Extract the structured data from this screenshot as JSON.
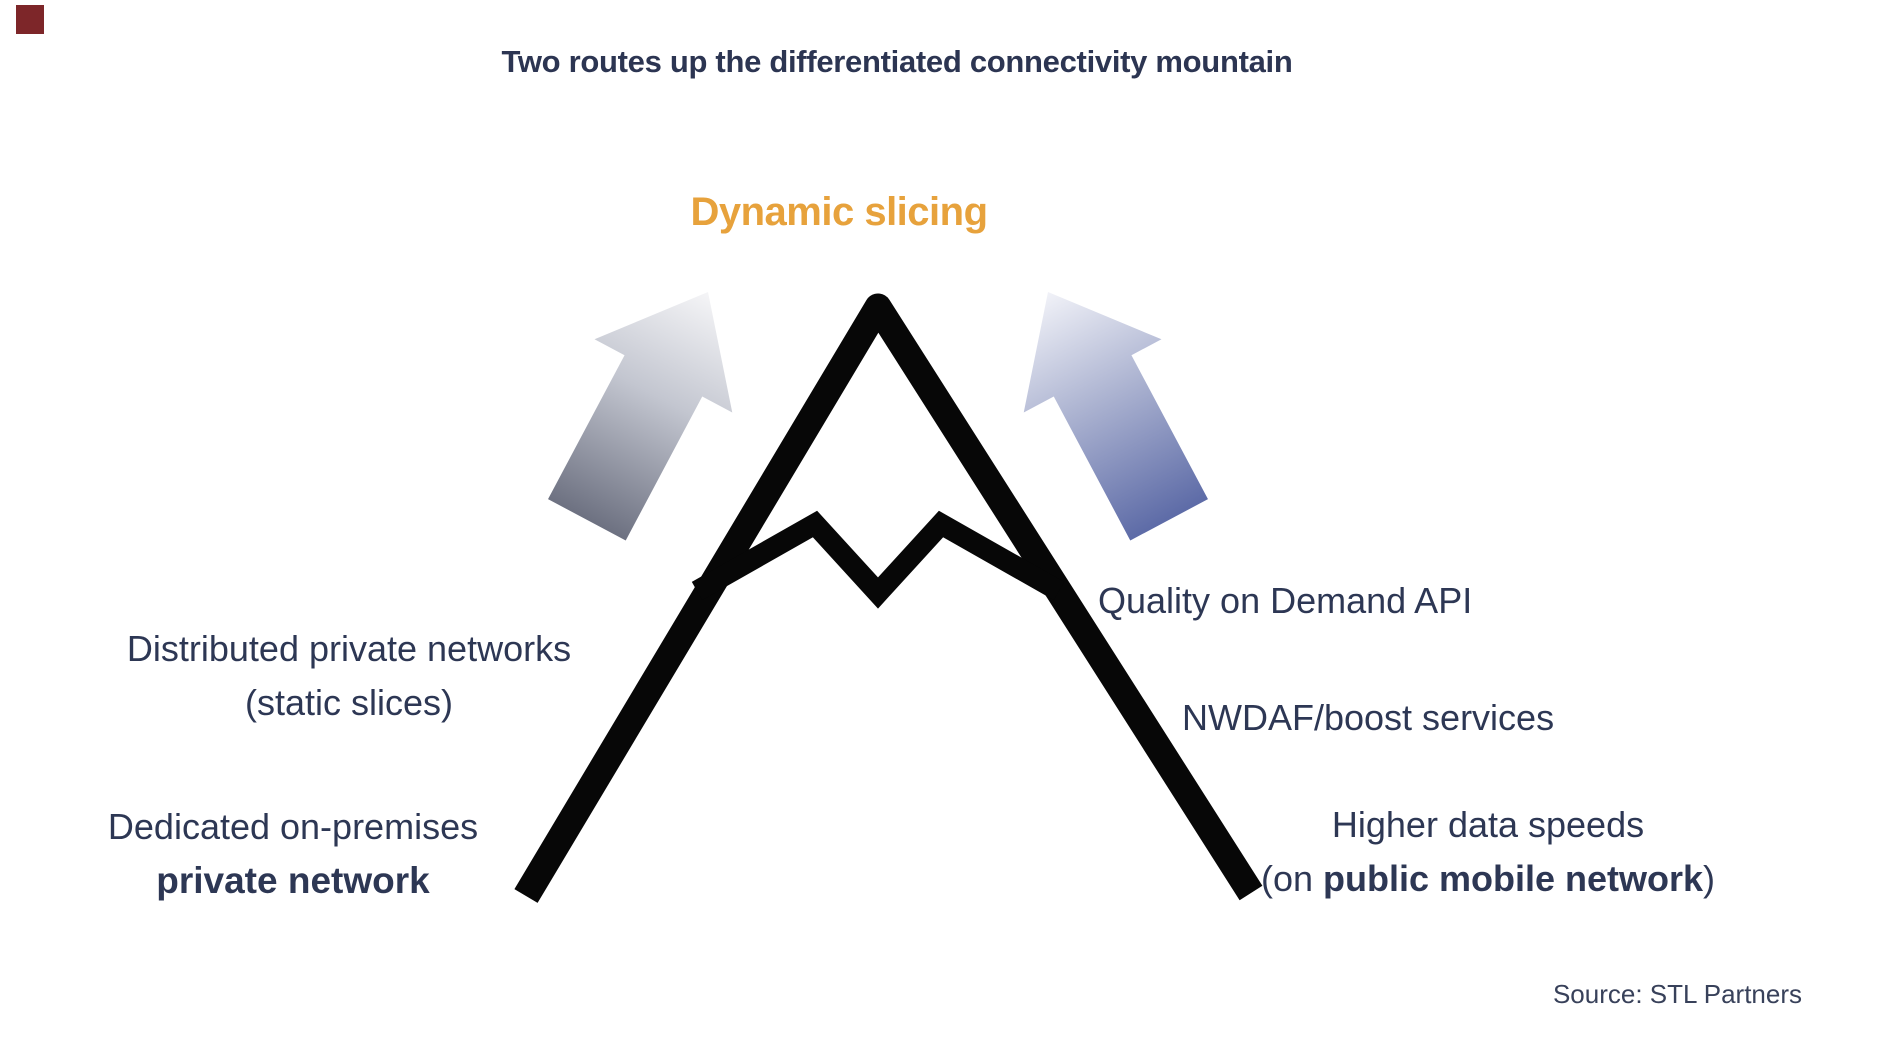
{
  "title": "Two routes up the differentiated connectivity mountain",
  "peak_label": "Dynamic slicing",
  "left_route": {
    "mid_label_line1": "Distributed private networks",
    "mid_label_line2": "(static slices)",
    "base_label_line1": "Dedicated on-premises",
    "base_label_line2": "private network"
  },
  "right_route": {
    "upper_label": "Quality on Demand API",
    "mid_label": "NWDAF/boost services",
    "base_label_line1": "Higher data speeds",
    "base_label_line2_prefix": "(on ",
    "base_label_line2_bold": "public mobile network",
    "base_label_line2_suffix": ")"
  },
  "source": "Source: STL Partners",
  "icons": {
    "left_arrow": "up-right-gradient-arrow",
    "right_arrow": "up-left-gradient-arrow",
    "mountain": "mountain-outline-with-ridge"
  },
  "colors": {
    "background": "#ffffff",
    "title_text": "#2c3552",
    "body_text": "#2d3754",
    "peak_label": "#e7a23c",
    "source_text": "#38415a",
    "mountain": "#070707",
    "arrow_left_tip": "#f5f5f7",
    "arrow_left_mid": "#c3c6d0",
    "arrow_left_tail": "#6d7181",
    "arrow_right_tip": "#f1f2f8",
    "arrow_right_mid": "#aeb5d2",
    "arrow_right_tail": "#5d6ba7",
    "corner_mark": "#7d2629"
  }
}
